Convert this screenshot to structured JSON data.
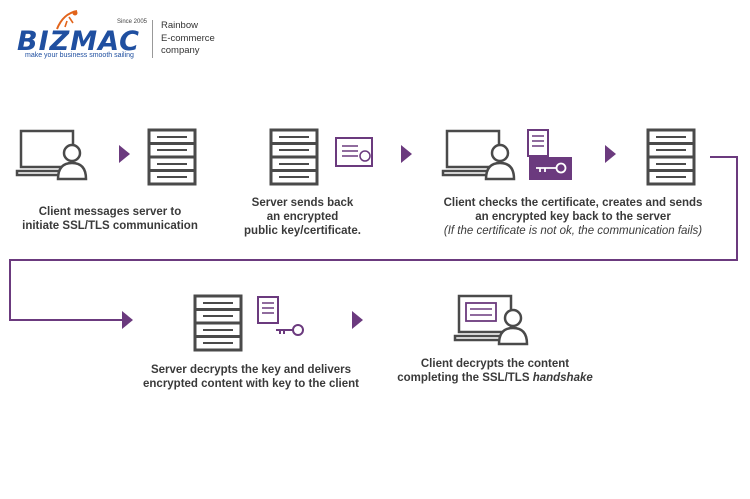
{
  "brand": {
    "logo_text": "BIZMAC",
    "since": "Since 2005",
    "tagline": "make your business smooth sailing",
    "company_lines": [
      "Rainbow",
      "E-commerce",
      "company"
    ]
  },
  "colors": {
    "accent": "#6b3a7e",
    "icon": "#4a4a4a",
    "brand": "#1f4fa0"
  },
  "steps": {
    "s1": {
      "lines": [
        "Client messages server to",
        "initiate SSL/TLS communication"
      ]
    },
    "s2": {
      "lines": [
        "Server sends back",
        "an encrypted",
        "public key/certificate."
      ]
    },
    "s3": {
      "lines": [
        "Client checks the certificate, creates and sends",
        "an encrypted key back to the server"
      ],
      "note": "(If the certificate is not ok, the communication fails)"
    },
    "s4": {
      "lines": [
        "Server decrypts the key and delivers",
        "encrypted content with key to the client"
      ]
    },
    "s5": {
      "line1": "Client decrypts the content",
      "line2_prefix": "completing the SSL/TLS ",
      "line2_italic": "handshake"
    }
  }
}
